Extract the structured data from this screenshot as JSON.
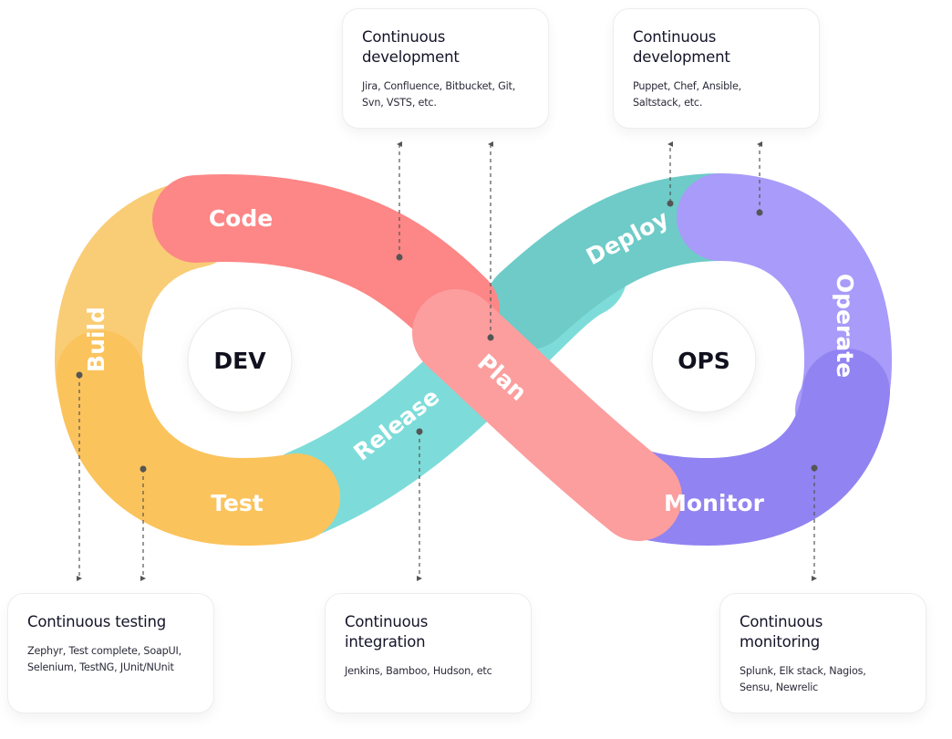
{
  "colors": {
    "build": "#f9cc76",
    "test": "#fbc35c",
    "code": "#fd8686",
    "plan": "#fc9e9e",
    "release": "#7ddcd9",
    "deploy": "#6ecbc8",
    "operate": "#a89bf9",
    "monitor": "#9183f1",
    "connector": "#555555"
  },
  "segments": {
    "build": "Build",
    "test": "Test",
    "code": "Code",
    "plan": "Plan",
    "release": "Release",
    "deploy": "Deploy",
    "operate": "Operate",
    "monitor": "Monitor"
  },
  "hubs": {
    "dev": "DEV",
    "ops": "OPS"
  },
  "cards": [
    {
      "title": "Continuous development",
      "tools": "Jira, Confluence, Bitbucket, Git, Svn, VSTS, etc."
    },
    {
      "title": "Continuous development",
      "tools": "Puppet, Chef, Ansible, Saltstack, etc."
    },
    {
      "title": "Continuous testing",
      "tools": "Zephyr, Test complete, SoapUI, Selenium, TestNG, JUnit/NUnit"
    },
    {
      "title": "Continuous integration",
      "tools": "Jenkins, Bamboo, Hudson, etc"
    },
    {
      "title": "Continuous monitoring",
      "tools": "Splunk, Elk stack, Nagios, Sensu, Newrelic"
    }
  ]
}
